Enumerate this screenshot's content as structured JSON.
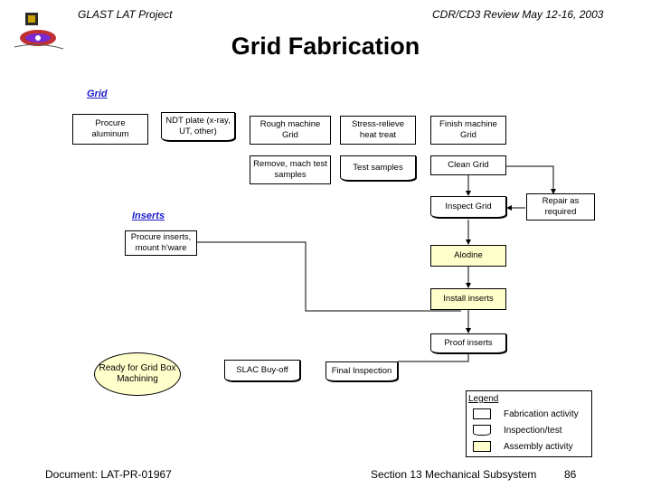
{
  "header": {
    "project": "GLAST LAT Project",
    "review": "CDR/CD3 Review May 12-16, 2003"
  },
  "title": "Grid Fabrication",
  "sections": {
    "grid": "Grid",
    "inserts": "Inserts"
  },
  "nodes": {
    "procure_aluminum": "Procure aluminum",
    "ndt_plate": "NDT plate (x-ray, UT, other)",
    "rough_machine": "Rough machine Grid",
    "stress_relieve": "Stress-relieve heat treat",
    "finish_machine": "Finish machine Grid",
    "remove_samples": "Remove, mach test samples",
    "test_samples": "Test samples",
    "clean_grid": "Clean Grid",
    "inspect_grid": "Inspect Grid",
    "repair": "Repair as required",
    "procure_inserts": "Procure inserts, mount h'ware",
    "alodine": "Alodine",
    "install_inserts": "Install inserts",
    "proof_inserts": "Proof inserts",
    "ready": "Ready for Grid Box Machining",
    "slac_buyoff": "SLAC Buy-off",
    "final_inspection": "Final Inspection"
  },
  "legend": {
    "title": "Legend",
    "items": [
      "Fabrication activity",
      "Inspection/test",
      "Assembly activity"
    ]
  },
  "footer": {
    "document": "Document:  LAT-PR-01967",
    "section": "Section 13   Mechanical Subsystem",
    "page": "86"
  }
}
